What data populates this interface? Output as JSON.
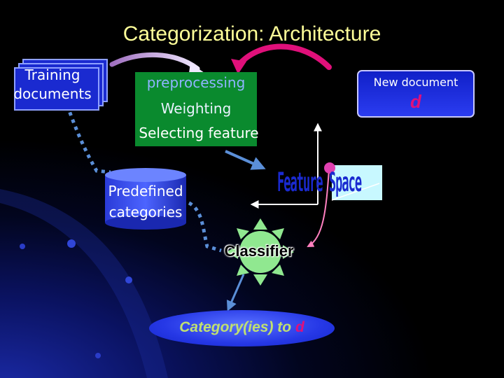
{
  "title": "Categorization: Architecture",
  "training": {
    "label": "Training documents"
  },
  "processing": {
    "line1": "preprocessing",
    "line2": "Weighting",
    "line3": "Selecting feature"
  },
  "new_document": {
    "title": "New document",
    "var": "d"
  },
  "categories": {
    "label": "Predefined categories"
  },
  "feature_space": {
    "label": "Feature Space"
  },
  "classifier": {
    "label": "Classifier"
  },
  "result": {
    "prefix": "Category(ies) to",
    "var": "d"
  },
  "colors": {
    "title": "#ffff99",
    "doc_fill": "#1a2ad0",
    "process_fill": "#0a8a2e",
    "accent_magenta": "#e0107a",
    "flow_arrow": "#5b8fd8",
    "classifier_sun": "#90e890",
    "feature_box": "#c8f8ff"
  }
}
